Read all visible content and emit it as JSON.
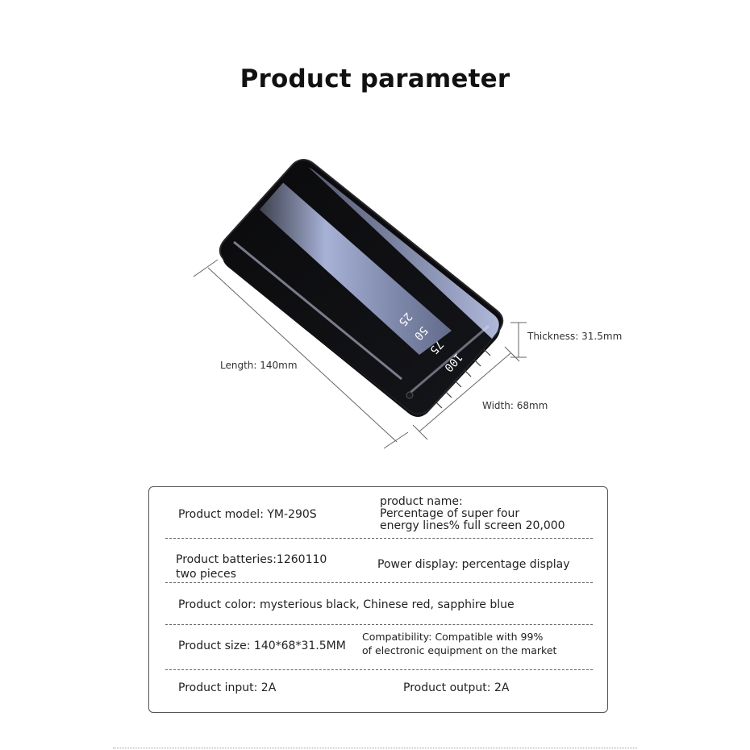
{
  "title": "Product parameter",
  "display": {
    "digits": [
      "25",
      "50",
      "75",
      "100"
    ]
  },
  "dimensions": {
    "length": "Length: 140mm",
    "width": "Width: 68mm",
    "thickness": "Thickness: 31.5mm"
  },
  "specs": {
    "model": "Product model: YM-290S",
    "name_lines": [
      "product name:",
      "Percentage of super four",
      "energy lines% full screen 20,000"
    ],
    "batteries_lines": [
      "Product batteries:1260110",
      "two pieces"
    ],
    "power_display": "Power display: percentage display",
    "color": "Product color: mysterious black, Chinese red, sapphire blue",
    "size": "Product size: 140*68*31.5MM",
    "compat_lines": [
      "Compatibility: Compatible with 99%",
      "of electronic equipment on the market"
    ],
    "input": "Product input: 2A",
    "output": "Product output: 2A"
  }
}
